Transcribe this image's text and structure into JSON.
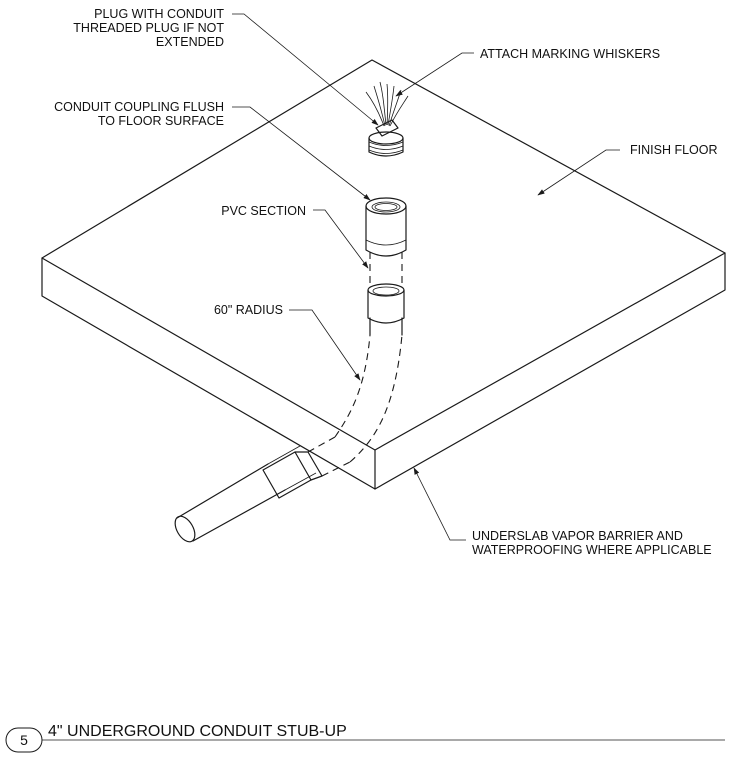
{
  "labels": {
    "plug_line1": "PLUG WITH CONDUIT",
    "plug_line2": "THREADED PLUG IF NOT",
    "plug_line3": "EXTENDED",
    "whiskers": "ATTACH MARKING WHISKERS",
    "coupling_line1": "CONDUIT COUPLING FLUSH",
    "coupling_line2": "TO FLOOR SURFACE",
    "finish_floor": "FINISH FLOOR",
    "pvc_section": "PVC SECTION",
    "radius": "60\" RADIUS",
    "vapor_line1": "UNDERSLAB VAPOR BARRIER AND",
    "vapor_line2": "WATERPROOFING WHERE APPLICABLE"
  },
  "title_block": {
    "detail_number": "5",
    "title": "4\" UNDERGROUND CONDUIT STUB-UP"
  }
}
